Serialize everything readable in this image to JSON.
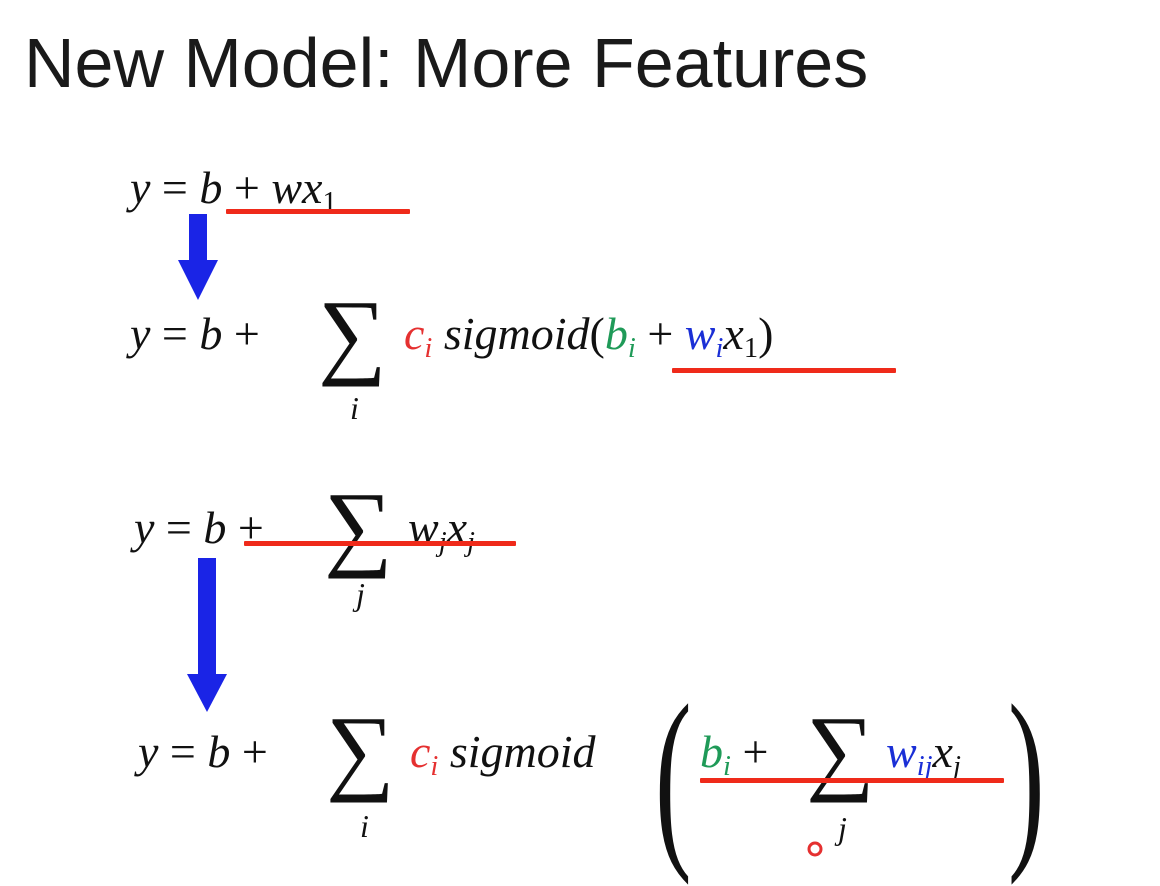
{
  "title": "New Model: More Features",
  "colors": {
    "text": "#111111",
    "c_term": "#e53030",
    "b_term": "#1f9a58",
    "w_term": "#1a2fd6",
    "underline": "#ef2a1a",
    "arrow": "#1a24e6"
  },
  "sym": {
    "y": "y",
    "eq": "=",
    "b": "b",
    "plus": "+",
    "w": "w",
    "x": "x",
    "c": "c",
    "sigmoid": "sigmoid",
    "sigma": "∑",
    "open_paren": "(",
    "close_paren": ")",
    "one": "1",
    "i": "i",
    "j": "j",
    "ij": "ij"
  }
}
